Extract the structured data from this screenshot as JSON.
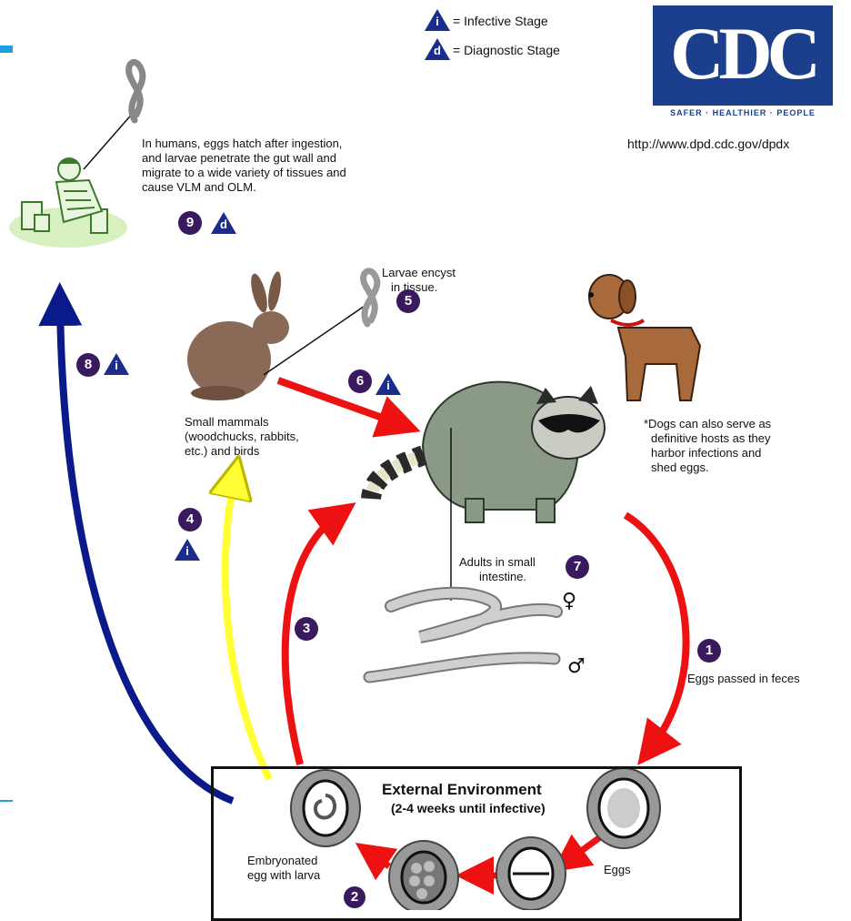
{
  "legend": {
    "infective_letter": "i",
    "infective_label": "= Infective Stage",
    "diagnostic_letter": "d",
    "diagnostic_label": "= Diagnostic Stage"
  },
  "logo": {
    "text": "CDC",
    "tagline": "SAFER · HEALTHIER · PEOPLE",
    "url": "http://www.dpd.cdc.gov/dpdx"
  },
  "human": {
    "line1": "In humans, eggs hatch after ingestion,",
    "line2": "and larvae penetrate the gut wall and",
    "line3": "migrate to a wide variety of tissues and",
    "line4": "cause VLM and OLM."
  },
  "larvae": {
    "line1": "Larvae encyst",
    "line2": "in tissue."
  },
  "mammals": {
    "line1": "Small mammals",
    "line2": "(woodchucks, rabbits,",
    "line3": "etc.) and birds"
  },
  "dogs": {
    "line1": "*Dogs can also serve as",
    "line2": "definitive hosts as they",
    "line3": "harbor infections and",
    "line4": "shed eggs."
  },
  "adults": {
    "line1": "Adults in small",
    "line2": "intestine."
  },
  "symbols": {
    "female": "♀",
    "male": "♂"
  },
  "feces": "Eggs passed in feces",
  "environment": {
    "title": "External Environment",
    "subtitle": "(2-4 weeks until infective)"
  },
  "eggs_label": "Eggs",
  "embryonated": {
    "line1": "Embryonated",
    "line2": "egg with larva"
  },
  "steps": {
    "s1": "1",
    "s2": "2",
    "s3": "3",
    "s4": "4",
    "s5": "5",
    "s6": "6",
    "s7": "7",
    "s8": "8",
    "s9": "9"
  },
  "stage_letters": {
    "i": "i",
    "d": "d"
  },
  "colors": {
    "arrow_red": "#ee1111",
    "arrow_yellow": "#ffff33",
    "arrow_navy": "#0a1a8a",
    "step_circle": "#3a1a5e",
    "stage_triangle": "#1a2d8c",
    "cdc_blue": "#1b3f8c",
    "accent_cyan": "#1ea0e0"
  }
}
